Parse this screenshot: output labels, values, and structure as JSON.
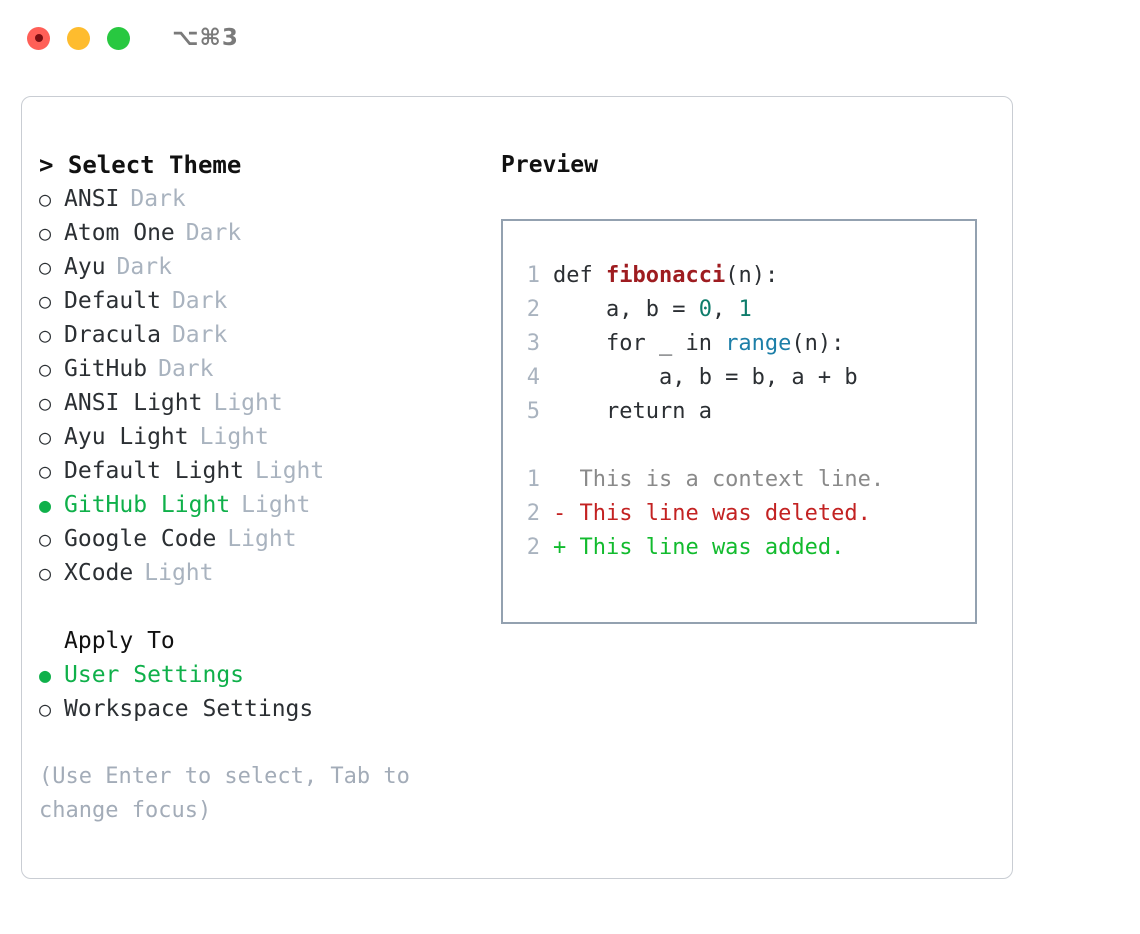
{
  "titlebar": {
    "shortcut": "⌥⌘3",
    "buttons": [
      {
        "name": "close-button",
        "color": "#ff5f57"
      },
      {
        "name": "minimize-button",
        "color": "#febc2e"
      },
      {
        "name": "maximize-button",
        "color": "#28c840"
      }
    ]
  },
  "theme_picker": {
    "header": "> Select Theme",
    "items": [
      {
        "marker": "○",
        "name": "ANSI",
        "variant": "Dark",
        "selected": false
      },
      {
        "marker": "○",
        "name": "Atom One",
        "variant": "Dark",
        "selected": false
      },
      {
        "marker": "○",
        "name": "Ayu",
        "variant": "Dark",
        "selected": false
      },
      {
        "marker": "○",
        "name": "Default",
        "variant": "Dark",
        "selected": false
      },
      {
        "marker": "○",
        "name": "Dracula",
        "variant": "Dark",
        "selected": false
      },
      {
        "marker": "○",
        "name": "GitHub",
        "variant": "Dark",
        "selected": false
      },
      {
        "marker": "○",
        "name": "ANSI Light",
        "variant": "Light",
        "selected": false
      },
      {
        "marker": "○",
        "name": "Ayu Light",
        "variant": "Light",
        "selected": false
      },
      {
        "marker": "○",
        "name": "Default Light",
        "variant": "Light",
        "selected": false
      },
      {
        "marker": "●",
        "name": "GitHub Light",
        "variant": "Light",
        "selected": true
      },
      {
        "marker": "○",
        "name": "Google Code",
        "variant": "Light",
        "selected": false
      },
      {
        "marker": "○",
        "name": "XCode",
        "variant": "Light",
        "selected": false
      }
    ]
  },
  "apply_to": {
    "header": "Apply To",
    "items": [
      {
        "marker": "●",
        "label": "User Settings",
        "selected": true
      },
      {
        "marker": "○",
        "label": "Workspace Settings",
        "selected": false
      }
    ]
  },
  "hint": "(Use Enter to select, Tab to change focus)",
  "preview": {
    "title": "Preview",
    "code_lines": [
      {
        "no": "1",
        "tokens": [
          {
            "text": "def ",
            "type": "plain"
          },
          {
            "text": "fibonacci",
            "type": "fn"
          },
          {
            "text": "(n):",
            "type": "plain"
          }
        ]
      },
      {
        "no": "2",
        "tokens": [
          {
            "text": "    a, b = ",
            "type": "plain"
          },
          {
            "text": "0",
            "type": "num"
          },
          {
            "text": ", ",
            "type": "plain"
          },
          {
            "text": "1",
            "type": "num"
          }
        ]
      },
      {
        "no": "3",
        "tokens": [
          {
            "text": "    for _ in ",
            "type": "plain"
          },
          {
            "text": "range",
            "type": "call"
          },
          {
            "text": "(n):",
            "type": "plain"
          }
        ]
      },
      {
        "no": "4",
        "tokens": [
          {
            "text": "        a, b = b, a + b",
            "type": "plain"
          }
        ]
      },
      {
        "no": "5",
        "tokens": [
          {
            "text": "    return a",
            "type": "plain"
          }
        ]
      }
    ],
    "diff_lines": [
      {
        "no": "1",
        "prefix": "  ",
        "text": "This is a context line.",
        "kind": "ctx"
      },
      {
        "no": "2",
        "prefix": "- ",
        "text": "This line was deleted.",
        "kind": "del"
      },
      {
        "no": "2",
        "prefix": "+ ",
        "text": "This line was added.",
        "kind": "add"
      }
    ]
  },
  "colors": {
    "accent_green": "#0fb04a",
    "muted": "#a9b3bf",
    "diff_add": "#12bb2e",
    "diff_del": "#c32222",
    "token_fn": "#9e1c20",
    "token_num": "#0e7c6b",
    "token_call": "#1d7fa8",
    "panel_border": "#c9cdd3",
    "preview_border": "#93a1b0"
  }
}
